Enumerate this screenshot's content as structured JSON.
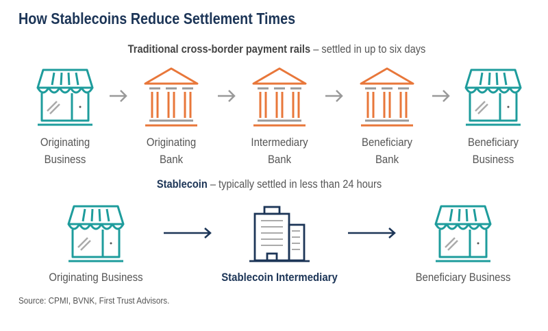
{
  "title": "How Stablecoins Reduce Settlement Times",
  "traditional": {
    "heading_bold": "Traditional cross-border payment rails",
    "heading_rest": " – settled in up to six days",
    "steps": [
      {
        "icon": "store-icon",
        "line1": "Originating",
        "line2": "Business"
      },
      {
        "icon": "bank-icon",
        "line1": "Originating",
        "line2": "Bank"
      },
      {
        "icon": "bank-icon",
        "line1": "Intermediary",
        "line2": "Bank"
      },
      {
        "icon": "bank-icon",
        "line1": "Beneficiary",
        "line2": "Bank"
      },
      {
        "icon": "store-icon",
        "line1": "Beneficiary",
        "line2": "Business"
      }
    ]
  },
  "stablecoin": {
    "heading_bold": "Stablecoin",
    "heading_rest": " – typically settled in less than 24 hours",
    "steps": [
      {
        "icon": "store-icon",
        "label": "Originating Business"
      },
      {
        "icon": "office-building-icon",
        "label": "Stablecoin Intermediary"
      },
      {
        "icon": "store-icon",
        "label": "Beneficiary Business"
      }
    ]
  },
  "source": "Source: CPMI, BVNK, First Trust Advisors.",
  "colors": {
    "title": "#1c3557",
    "store": "#1e9c9c",
    "bank": "#e8773a",
    "arrow_gray": "#999999",
    "navy": "#1c3557"
  }
}
